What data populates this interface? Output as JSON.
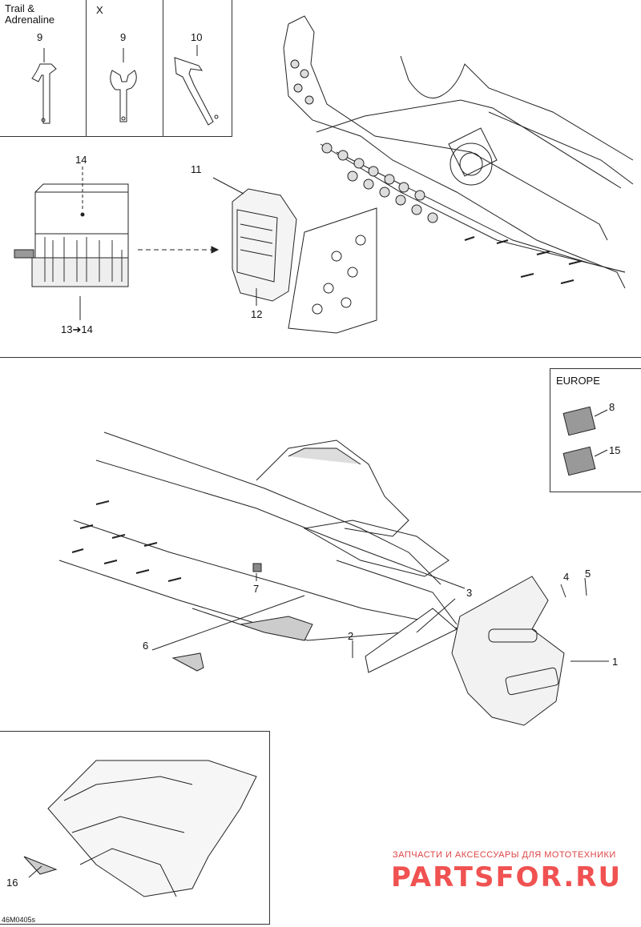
{
  "inset_boxes": {
    "trail_adrenaline": "Trail &\nAdrenaline",
    "x": "X",
    "europe": "EUROPE"
  },
  "callouts": {
    "c9a": "9",
    "c9b": "9",
    "c10": "10",
    "c14": "14",
    "c13_14": "13➔14",
    "c11": "11",
    "c12": "12",
    "c8": "8",
    "c15": "15",
    "c7": "7",
    "c3": "3",
    "c4": "4",
    "c5": "5",
    "c2": "2",
    "c6": "6",
    "c1": "1",
    "c16": "16"
  },
  "figure_code": "46M0405s",
  "watermark": {
    "tagline": "ЗАПЧАСТИ И АКСЕССУАРЫ ДЛЯ МОТОТЕХНИКИ",
    "logo": "PARTSFOR.RU",
    "color": "#e33333"
  }
}
